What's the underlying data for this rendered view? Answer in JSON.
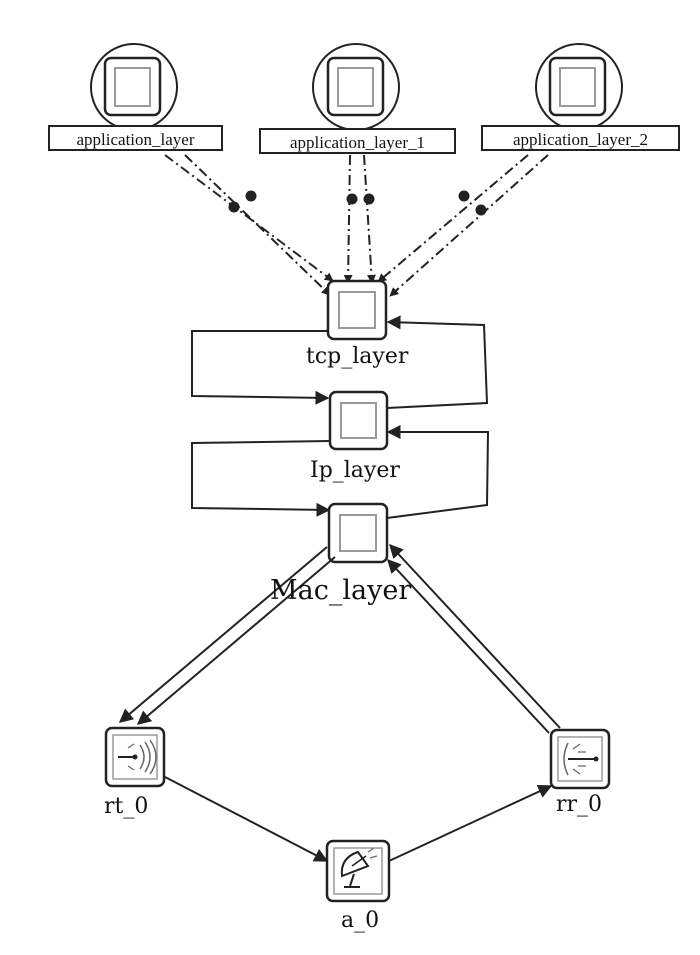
{
  "nodes": {
    "app0": {
      "label": "application_layer"
    },
    "app1": {
      "label": "application_layer_1"
    },
    "app2": {
      "label": "application_layer_2"
    },
    "tcp": {
      "label": "tcp_layer"
    },
    "ip": {
      "label": "Ip_layer"
    },
    "mac": {
      "label": "Mac_layer"
    },
    "rt": {
      "label": "rt_0",
      "icon": "transmitter-icon"
    },
    "rr": {
      "label": "rr_0",
      "icon": "receiver-icon"
    },
    "a": {
      "label": "a_0",
      "icon": "antenna-icon"
    }
  },
  "colors": {
    "stroke": "#222222",
    "node_fill": "#ffffff",
    "inner_stroke": "#9a9a9a"
  }
}
